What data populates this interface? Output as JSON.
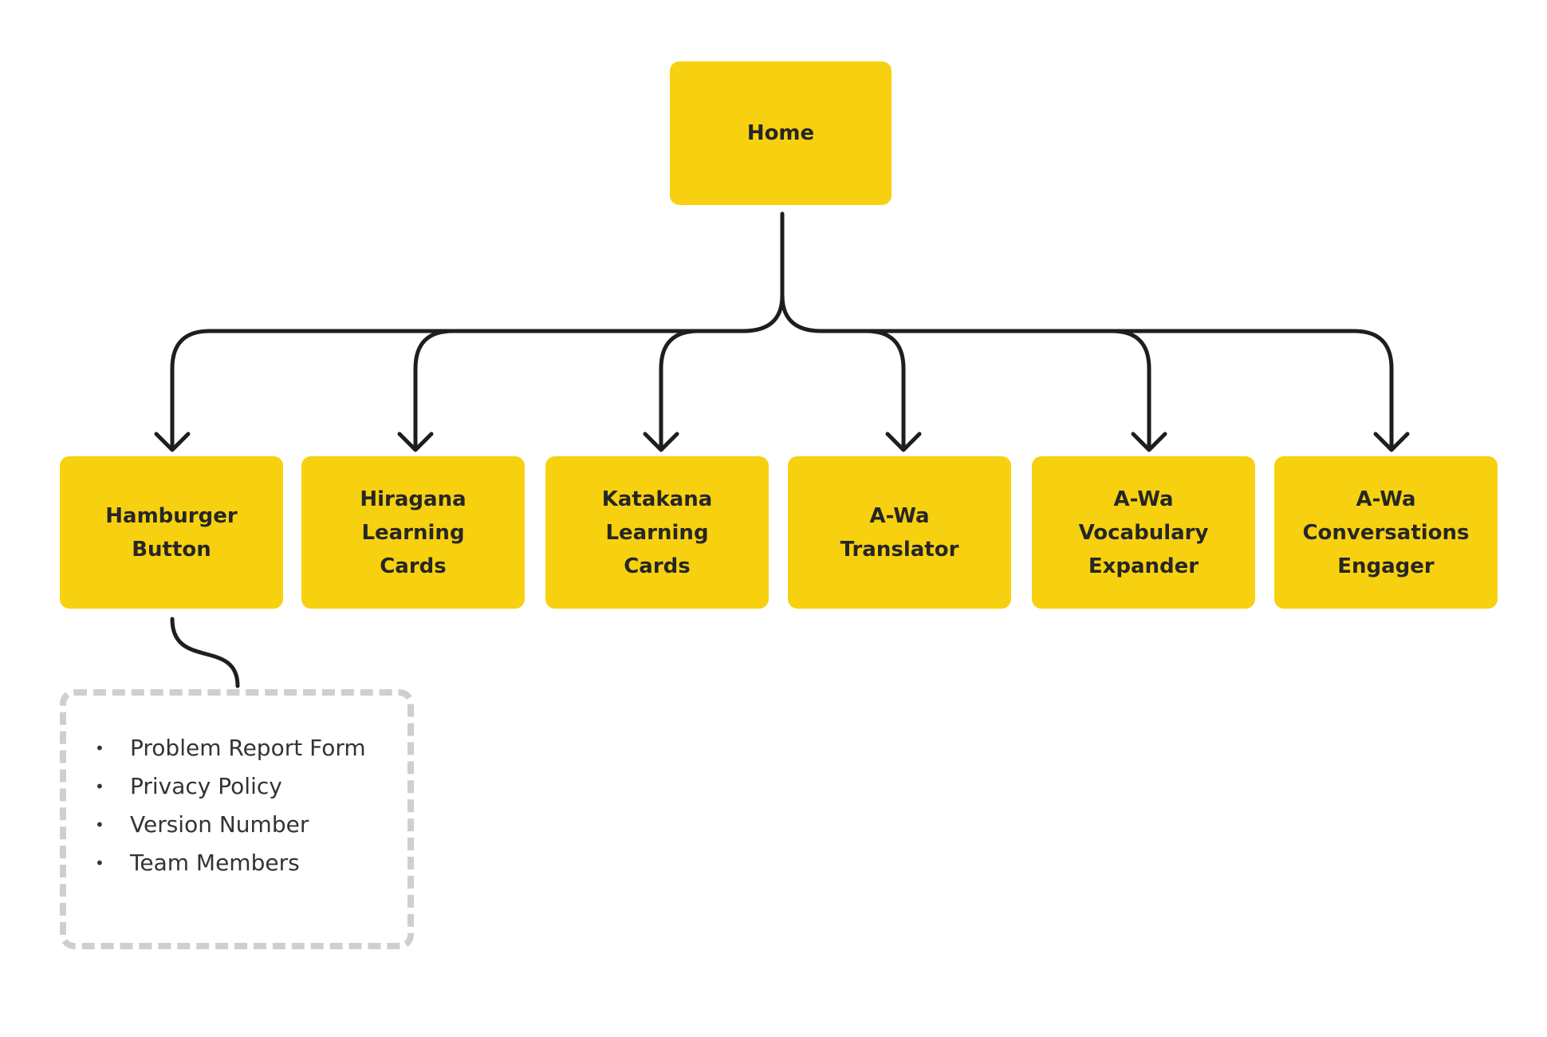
{
  "colors": {
    "node_fill": "#f7d10f",
    "node_text": "#262626",
    "connector": "#1e1e1e",
    "dashed_border": "#cfcfcf"
  },
  "root": {
    "label": "Home"
  },
  "children": [
    {
      "label": "Hamburger\nButton"
    },
    {
      "label": "Hiragana\nLearning\nCards"
    },
    {
      "label": "Katakana\nLearning\nCards"
    },
    {
      "label": "A-Wa\nTranslator"
    },
    {
      "label": "A-Wa\nVocabulary\nExpander"
    },
    {
      "label": "A-Wa\nConversations\nEngager"
    }
  ],
  "hamburger_menu": {
    "bullet": "•",
    "items": [
      "Problem Report Form",
      "Privacy Policy",
      "Version Number",
      "Team Members"
    ]
  }
}
